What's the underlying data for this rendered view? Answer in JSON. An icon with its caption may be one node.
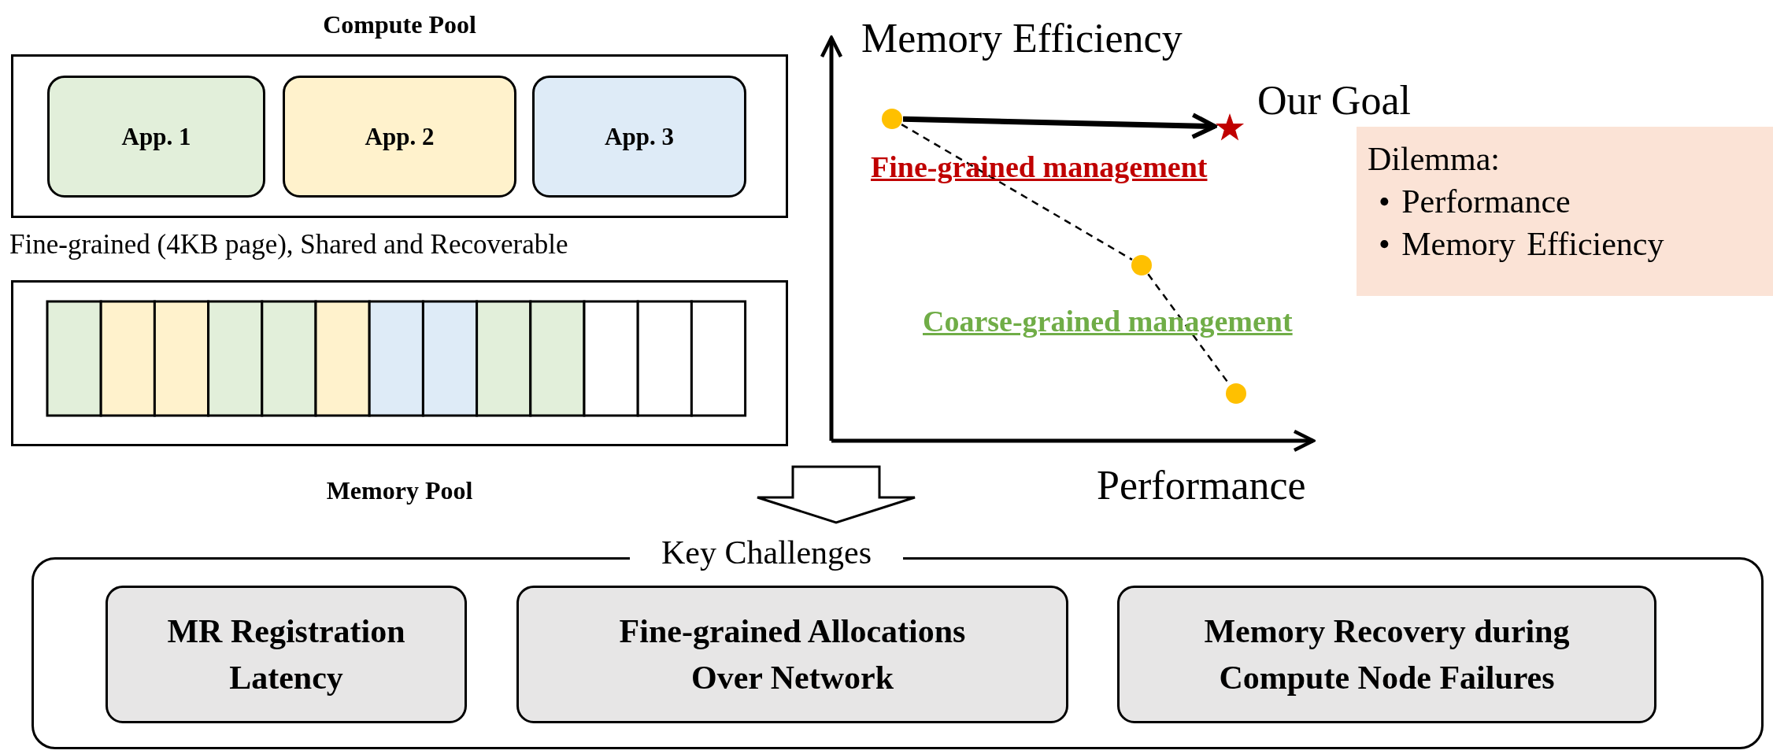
{
  "diagram": {
    "nodes": [
      {
        "text": [
          "Compute Pool"
        ]
      },
      {
        "text": [
          "App. 1"
        ],
        "in": 0
      },
      {
        "text": [
          "App. 2"
        ],
        "in": 0
      },
      {
        "text": [
          "App. 3"
        ],
        "in": 0
      },
      {
        "text": [],
        "shape": "circle"
      },
      {
        "text": [],
        "shape": "star",
        "beside": [
          "Our Goal"
        ]
      },
      {
        "text": [
          "Dilemma:",
          "• Performance",
          "• Memory Efficiency"
        ]
      },
      {
        "text": [
          "Memory Pool"
        ]
      },
      {
        "text": [],
        "shape": "circle"
      },
      {
        "text": [],
        "shape": "circle"
      },
      {
        "text": [
          "Key Challenges"
        ]
      },
      {
        "text": [
          "MR Registration Latency"
        ],
        "in": 10
      },
      {
        "text": [
          "Fine-grained Allocations Over Network"
        ],
        "in": 10
      },
      {
        "text": [
          "Memory Recovery during Compute Node Failures"
        ],
        "in": 10
      }
    ],
    "edges": [
      {
        "from": 4,
        "to": 5,
        "arrow": "to",
        "style": "thick"
      },
      {
        "from": 4,
        "to": 8,
        "arrow": "none",
        "style": "dashed"
      },
      {
        "from": 8,
        "to": 9,
        "arrow": "none",
        "style": "dashed"
      },
      {
        "from": null,
        "to": 10,
        "arrow": "to"
      }
    ],
    "labels": [
      "Memory Efficiency",
      "Fine-grained management",
      "Fine-grained (4KB page), Shared and Recoverable",
      "Coarse-grained management",
      "Performance"
    ]
  }
}
